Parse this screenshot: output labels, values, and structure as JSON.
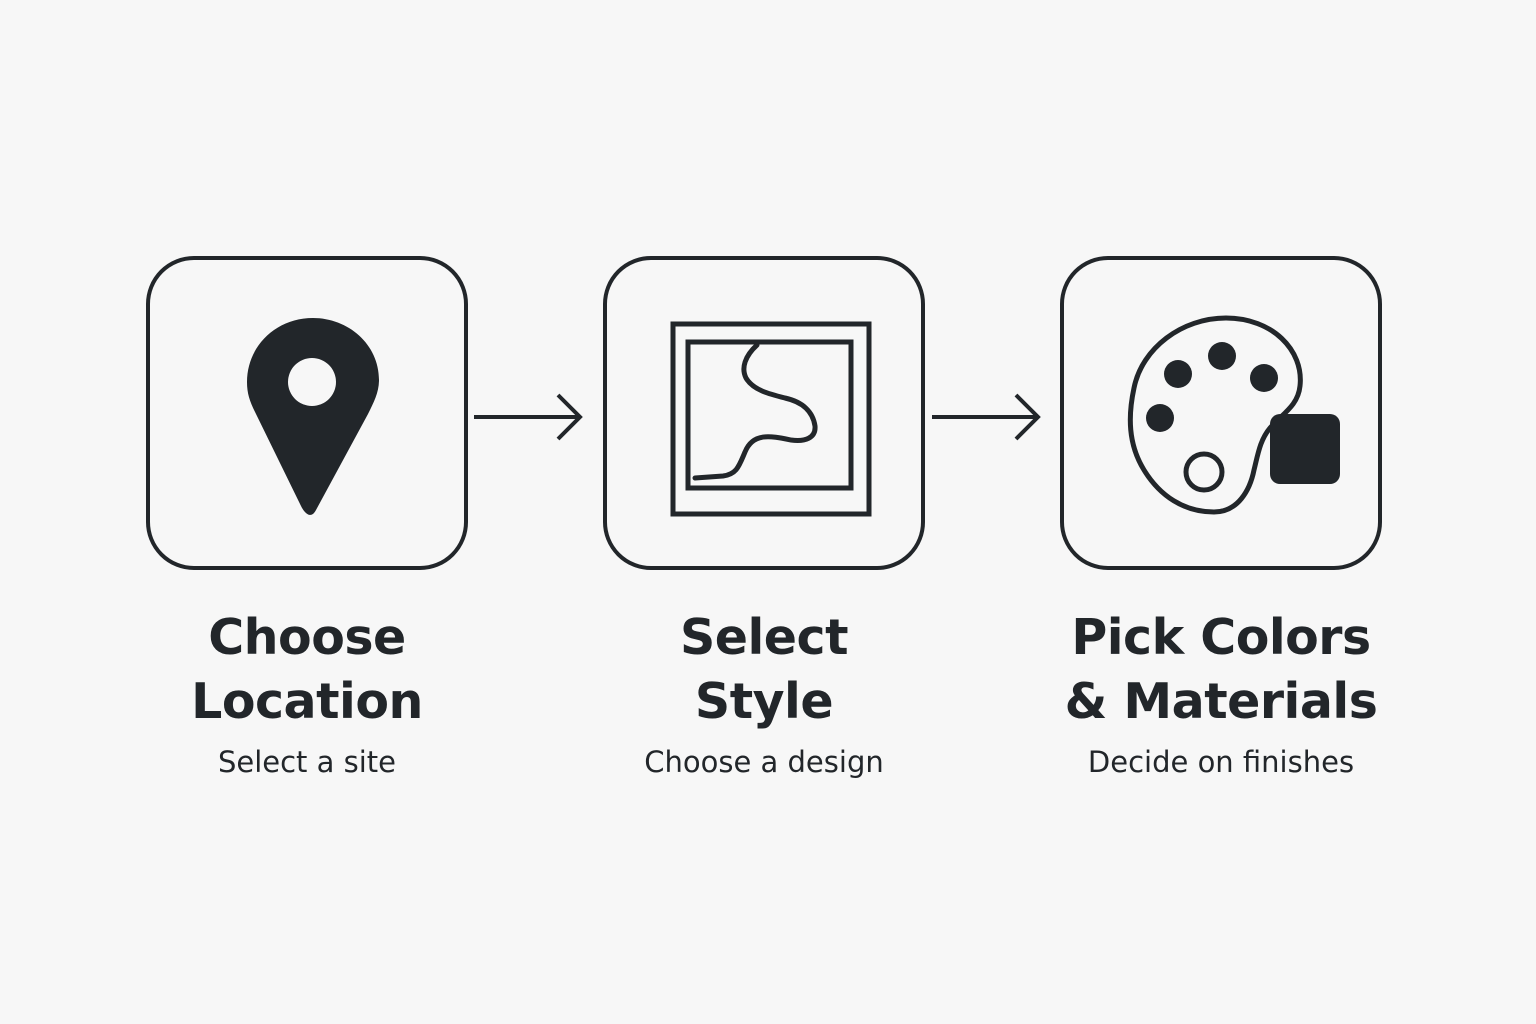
{
  "colors": {
    "background": "#f7f7f7",
    "ink": "#22262a"
  },
  "steps": [
    {
      "icon": "map-pin-icon",
      "title": "Choose\nLocation",
      "subtitle": "Select a site"
    },
    {
      "icon": "framed-picture-icon",
      "title": "Select\nStyle",
      "subtitle": "Choose a design"
    },
    {
      "icon": "palette-icon",
      "title": "Pick Colors\n& Materials",
      "subtitle": "Decide on finishes"
    }
  ],
  "connectors": [
    {
      "icon": "arrow-right-icon"
    },
    {
      "icon": "arrow-right-icon"
    }
  ]
}
